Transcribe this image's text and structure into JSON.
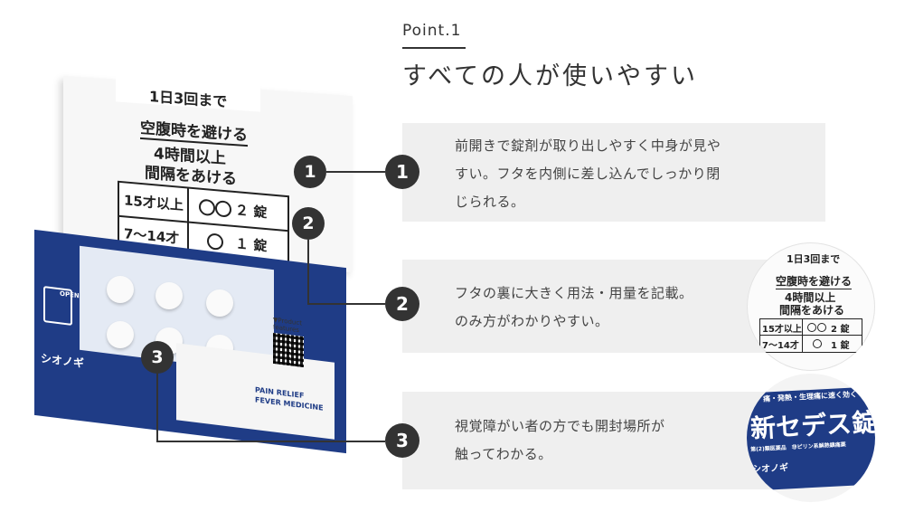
{
  "header": {
    "point_label": "Point.1",
    "headline": "すべての人が使いやすい"
  },
  "features": [
    {
      "number": "1",
      "lines": [
        "前開きで錠剤が取り出しやすく中身が見や",
        "すい。フタを内側に差し込んでしっかり閉",
        "じられる。"
      ]
    },
    {
      "number": "2",
      "lines": [
        "フタの裏に大きく用法・用量を記載。",
        "のみ方がわかりやすい。"
      ]
    },
    {
      "number": "3",
      "lines": [
        "視覚障がい者の方でも開封場所が",
        "触ってわかる。"
      ]
    }
  ],
  "box": {
    "lid_line1": "1日3回まで",
    "lid_line2": "空腹時を避ける",
    "lid_line3": "4時間以上",
    "lid_line4": "間隔をあける",
    "dose_age1": "15才以上",
    "dose_amount1": "２ 錠",
    "dose_age2": "7〜14才",
    "dose_amount2": "１ 錠",
    "brand": "シオノギ",
    "open_label": "OPEN",
    "product_features": "▼Product features",
    "pain_relief": "PAIN RELIEF",
    "fever_medicine": "FEVER MEDICINE",
    "marker1": "1",
    "marker2": "2",
    "marker3": "3"
  },
  "zoom1": {
    "line1": "1日3回まで",
    "line2": "空腹時を避ける",
    "line3": "4時間以上",
    "line4": "間隔をあける",
    "age1": "15才以上",
    "amount1": "2 錠",
    "age2": "7〜14才",
    "amount2": "1 錠"
  },
  "zoom2": {
    "tagline": "痛・発熱・生理痛に速く効く",
    "product_name": "新セデス錠",
    "category": "第(2)類医薬品　非ピリン系解熱鎮痛薬",
    "brand": "シオノギ"
  },
  "colors": {
    "box_blue": "#1f3c86",
    "marker": "#333333",
    "card_bg": "#efefef"
  }
}
